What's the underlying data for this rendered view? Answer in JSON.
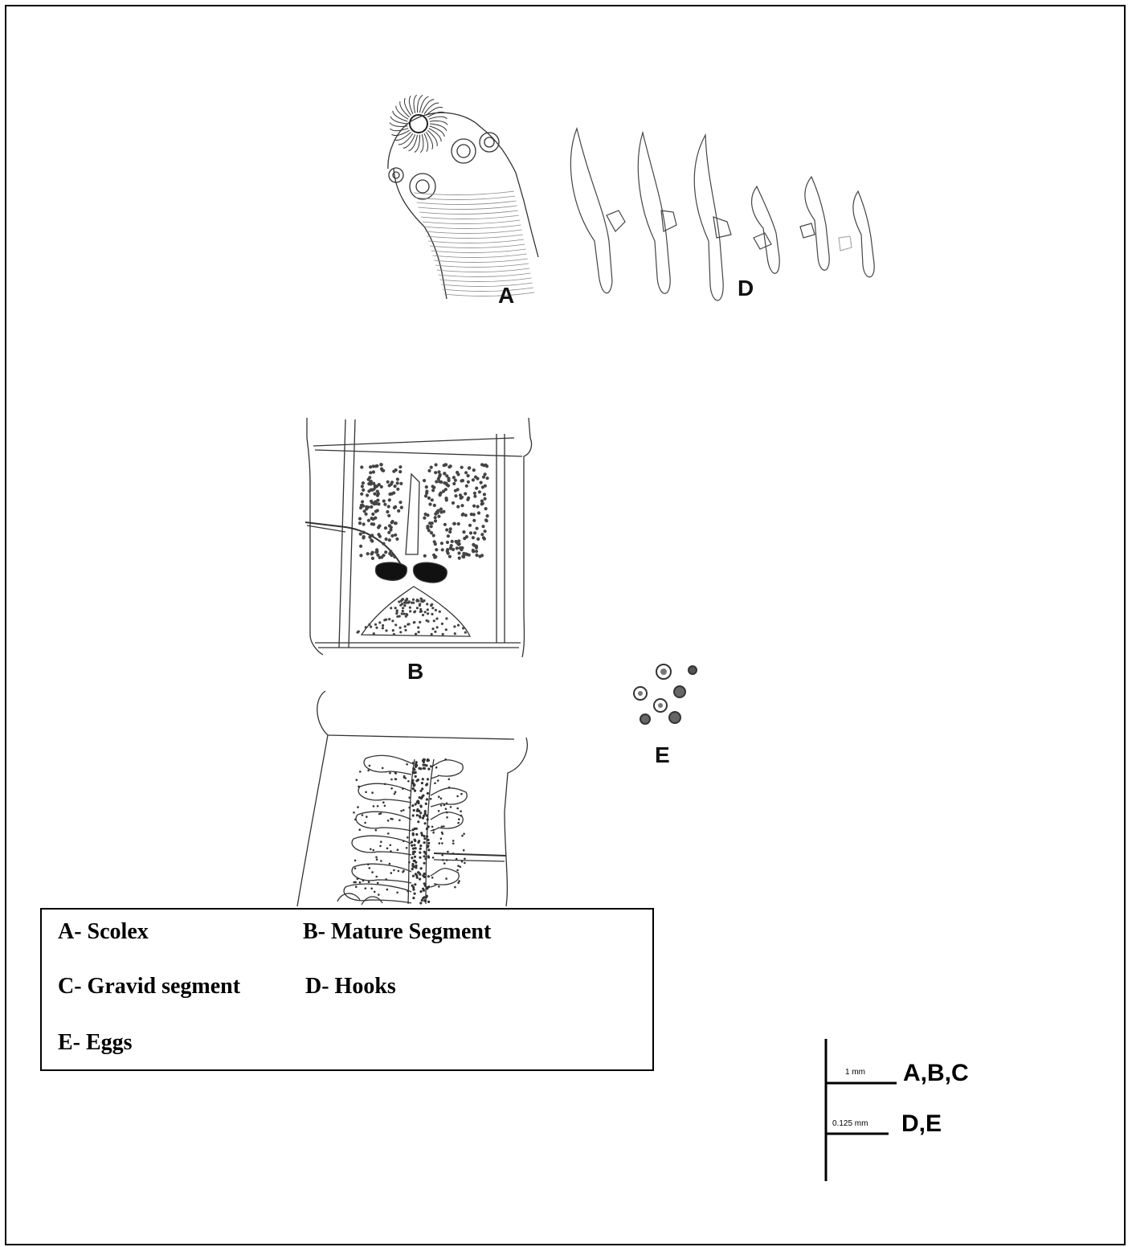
{
  "figure_labels": {
    "a": "A",
    "b": "B",
    "d": "D",
    "e": "E"
  },
  "legend": {
    "items": [
      "A- Scolex",
      "B- Mature Segment",
      "C- Gravid segment",
      "D- Hooks",
      "E- Eggs"
    ]
  },
  "scale": {
    "bar1_text": "1 mm",
    "bar1_applies": "A,B,C",
    "bar2_text": "0.125 mm",
    "bar2_applies": "D,E"
  }
}
